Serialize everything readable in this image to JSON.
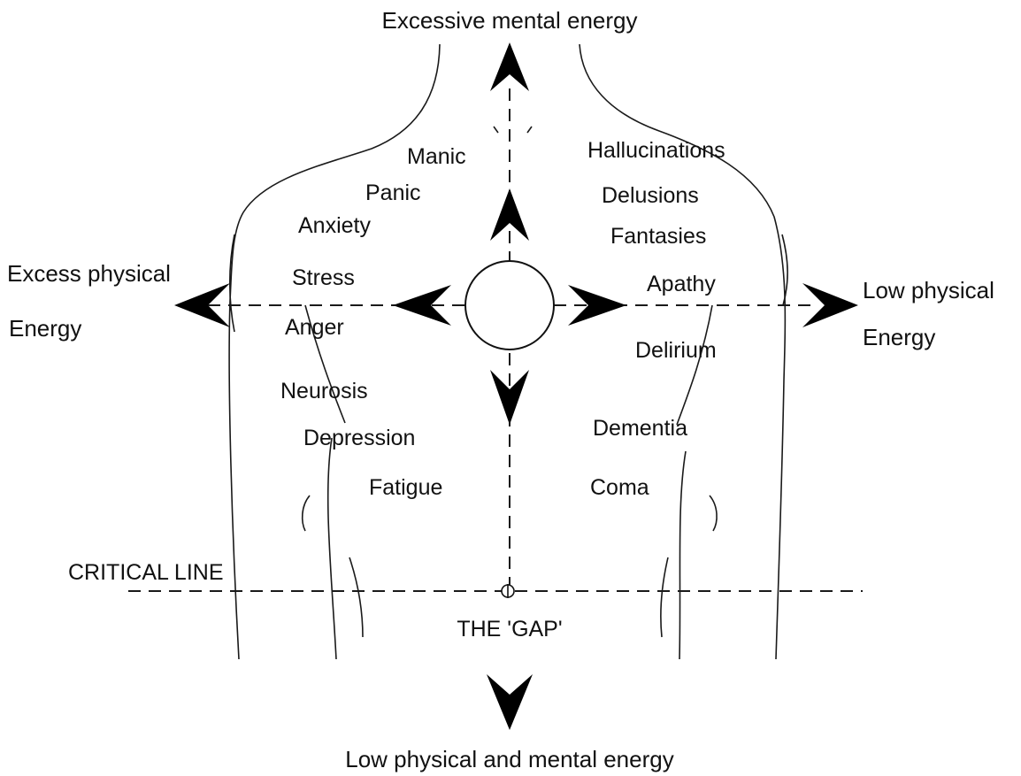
{
  "axes": {
    "top": "Excessive mental energy",
    "bottom": "Low physical and mental energy",
    "left_line1": "Excess physical",
    "left_line2": "Energy",
    "right_line1": "Low physical",
    "right_line2": "Energy"
  },
  "left_states": [
    "Manic",
    "Panic",
    "Anxiety",
    "Stress",
    "Anger",
    "Neurosis",
    "Depression",
    "Fatigue"
  ],
  "right_states": [
    "Hallucinations",
    "Delusions",
    "Fantasies",
    "Apathy",
    "Delirium",
    "Dementia",
    "Coma"
  ],
  "critical_line": "CRITICAL LINE",
  "gap": "THE 'GAP'"
}
